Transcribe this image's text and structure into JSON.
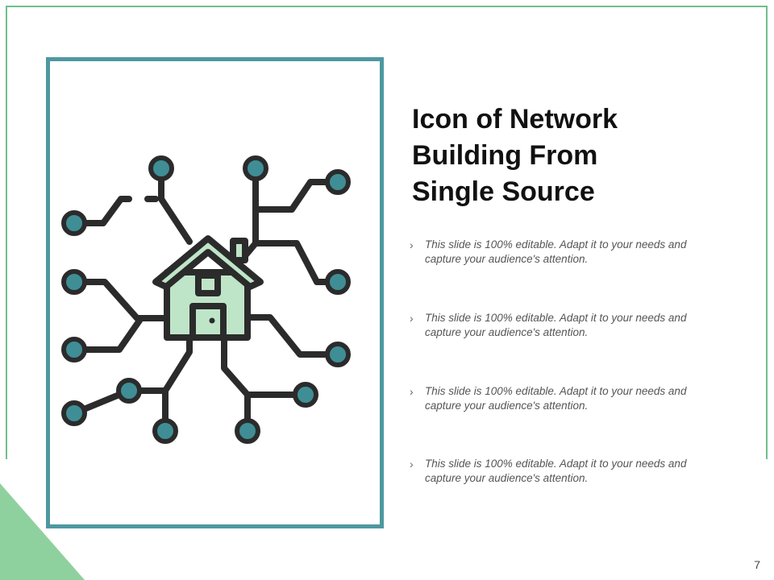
{
  "slide": {
    "title": "Icon of Network Building From Single Source",
    "title_lines": [
      "Icon of Network",
      "Building From",
      "Single Source"
    ],
    "bullets": [
      {
        "marker": "›",
        "text": "This slide is 100% editable. Adapt it to your needs and capture your audience's attention."
      },
      {
        "marker": "›",
        "text": "This slide is 100% editable. Adapt it to your needs and capture your audience's attention."
      },
      {
        "marker": "›",
        "text": "This slide is 100% editable. Adapt it to your needs and capture your audience's attention."
      },
      {
        "marker": "›",
        "text": "This slide is 100% editable. Adapt it to your needs and capture your audience's attention."
      }
    ],
    "page_number": "7"
  },
  "icon": {
    "name": "network-house-icon"
  },
  "colors": {
    "frame_green": "#6fbf8b",
    "corner_green": "#8fd19e",
    "panel_teal": "#4e98a0",
    "icon_stroke": "#2b2b2b",
    "node_fill": "#3f8e96",
    "house_fill": "#bfe5c9"
  }
}
